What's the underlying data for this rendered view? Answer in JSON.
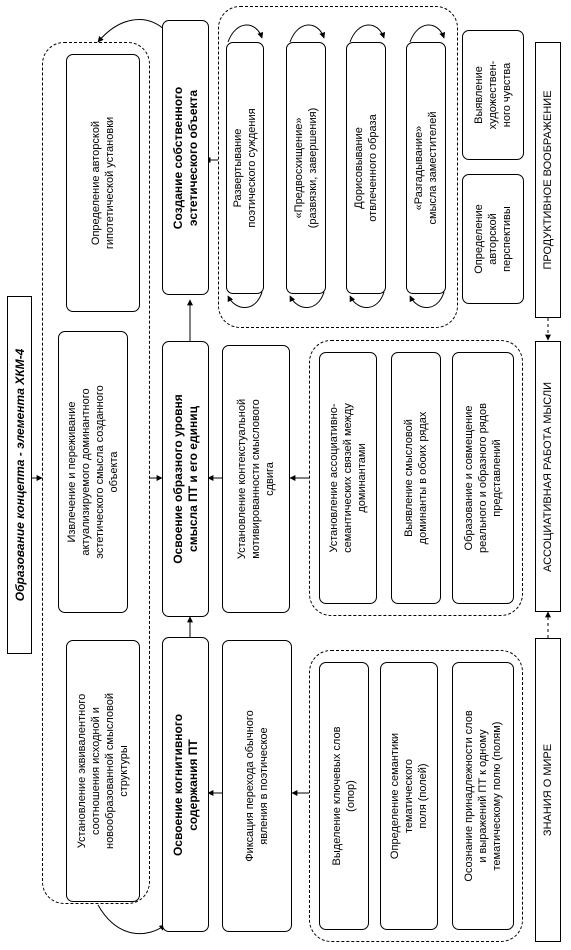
{
  "title": "Образование концепта - элемента ХКМ-4",
  "left_column": {
    "item_1": "Определение авторской\nгипотетической установки",
    "item_2": "Извлечение и переживание\nактуализируемого доминантного\nэстетического смысла созданного\nобъекта",
    "item_3": "Установление эквивалентного\nсоотношения исходной и\nновообразованной смысловой\nструктуры"
  },
  "stages": {
    "stage_1": "Освоение когнитивного\nсодержания ПТ",
    "stage_2": "Освоение образного уровня\nсмысла ПТ и его единиц",
    "stage_3": "Создание собственного\nэстетического объекта"
  },
  "middle": {
    "fix": "Фиксация перехода обычного\nявления в поэтическое",
    "context": "Установление контекстуальной\nмотивированности смыслового\nсдвига"
  },
  "group_top": {
    "item_1": "Развертывание\nпоэтического суждения",
    "item_2": "«Предвосхищение»\n(развязки, завершения)",
    "item_3": "Дорисовывание\nотвлеченного образа",
    "item_4": "«Разгадывание»\nсмысла заместителей"
  },
  "group_mid": {
    "item_1": "Установление ассоциативно-\nсемантических связей между\nдоминантами",
    "item_2": "Выявление смысловой\nдоминанты в обоих рядах",
    "item_3": "Образование и совмещение\nреального и образного рядов\nпредставлений"
  },
  "group_bottom": {
    "item_1": "Выделение ключевых слов\n(опор)",
    "item_2": "Определение семантики\nтематического\nполя (полей)",
    "item_3": "Осознание принадлежности слов\nи выражений ПТ к одному\nтематическому полю (полям)"
  },
  "right_boxes": {
    "feeling": "Выявление\nхудожествен-\nного чувства",
    "perspective": "Определение\nавторской\nперспективы"
  },
  "right_column": {
    "productive": "ПРОДУКТИВНОЕ ВООБРАЖЕНИЕ",
    "associative": "АССОЦИАТИВНАЯ РАБОТА МЫСЛИ",
    "knowledge": "ЗНАНИЯ О МИРЕ"
  }
}
